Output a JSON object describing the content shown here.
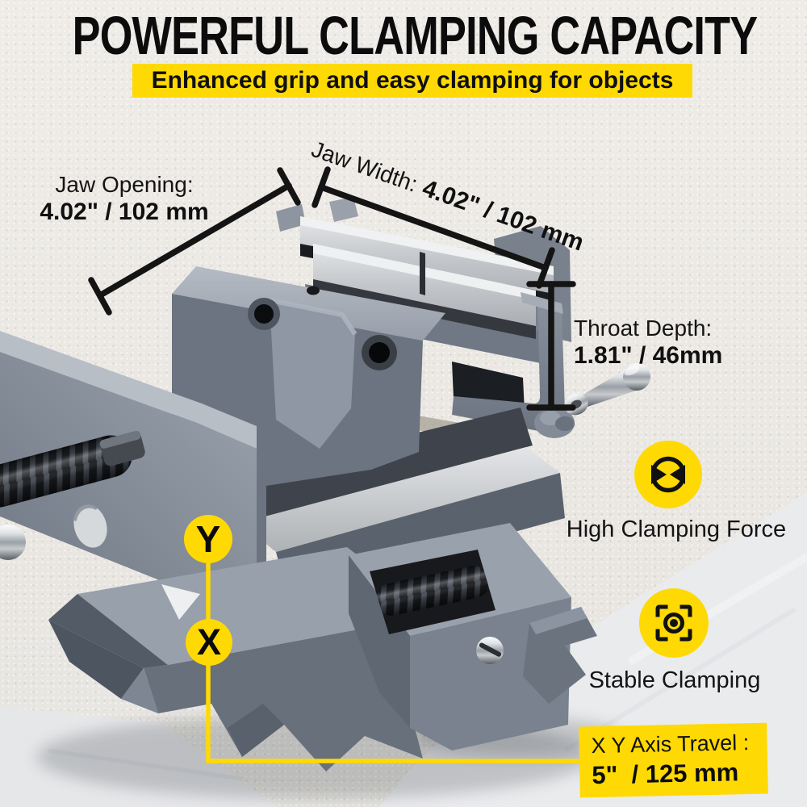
{
  "header": {
    "title": "POWERFUL CLAMPING CAPACITY",
    "subtitle": "Enhanced grip and easy clamping for objects"
  },
  "dimensions": {
    "jaw_opening": {
      "label": "Jaw Opening:",
      "value": "4.02\" / 102 mm"
    },
    "jaw_width": {
      "label": "Jaw Width:",
      "value": "4.02\" / 102 mm"
    },
    "throat_depth": {
      "label": "Throat Depth:",
      "value": "1.81\" / 46mm"
    }
  },
  "axis_markers": {
    "y": "Y",
    "x": "X"
  },
  "features": {
    "clamping_force": {
      "label": "High Clamping Force",
      "icon": "clamping-force-icon"
    },
    "stable_clamping": {
      "label": "Stable Clamping",
      "icon": "stable-clamping-icon"
    }
  },
  "travel_box": {
    "label": "X Y Axis Travel :",
    "value": "5\"  / 125 mm"
  },
  "photo_alt": "gray cross-slide drill press vise on marble surface",
  "colors": {
    "accent_yellow": "#FFD903",
    "text_black": "#111111"
  }
}
